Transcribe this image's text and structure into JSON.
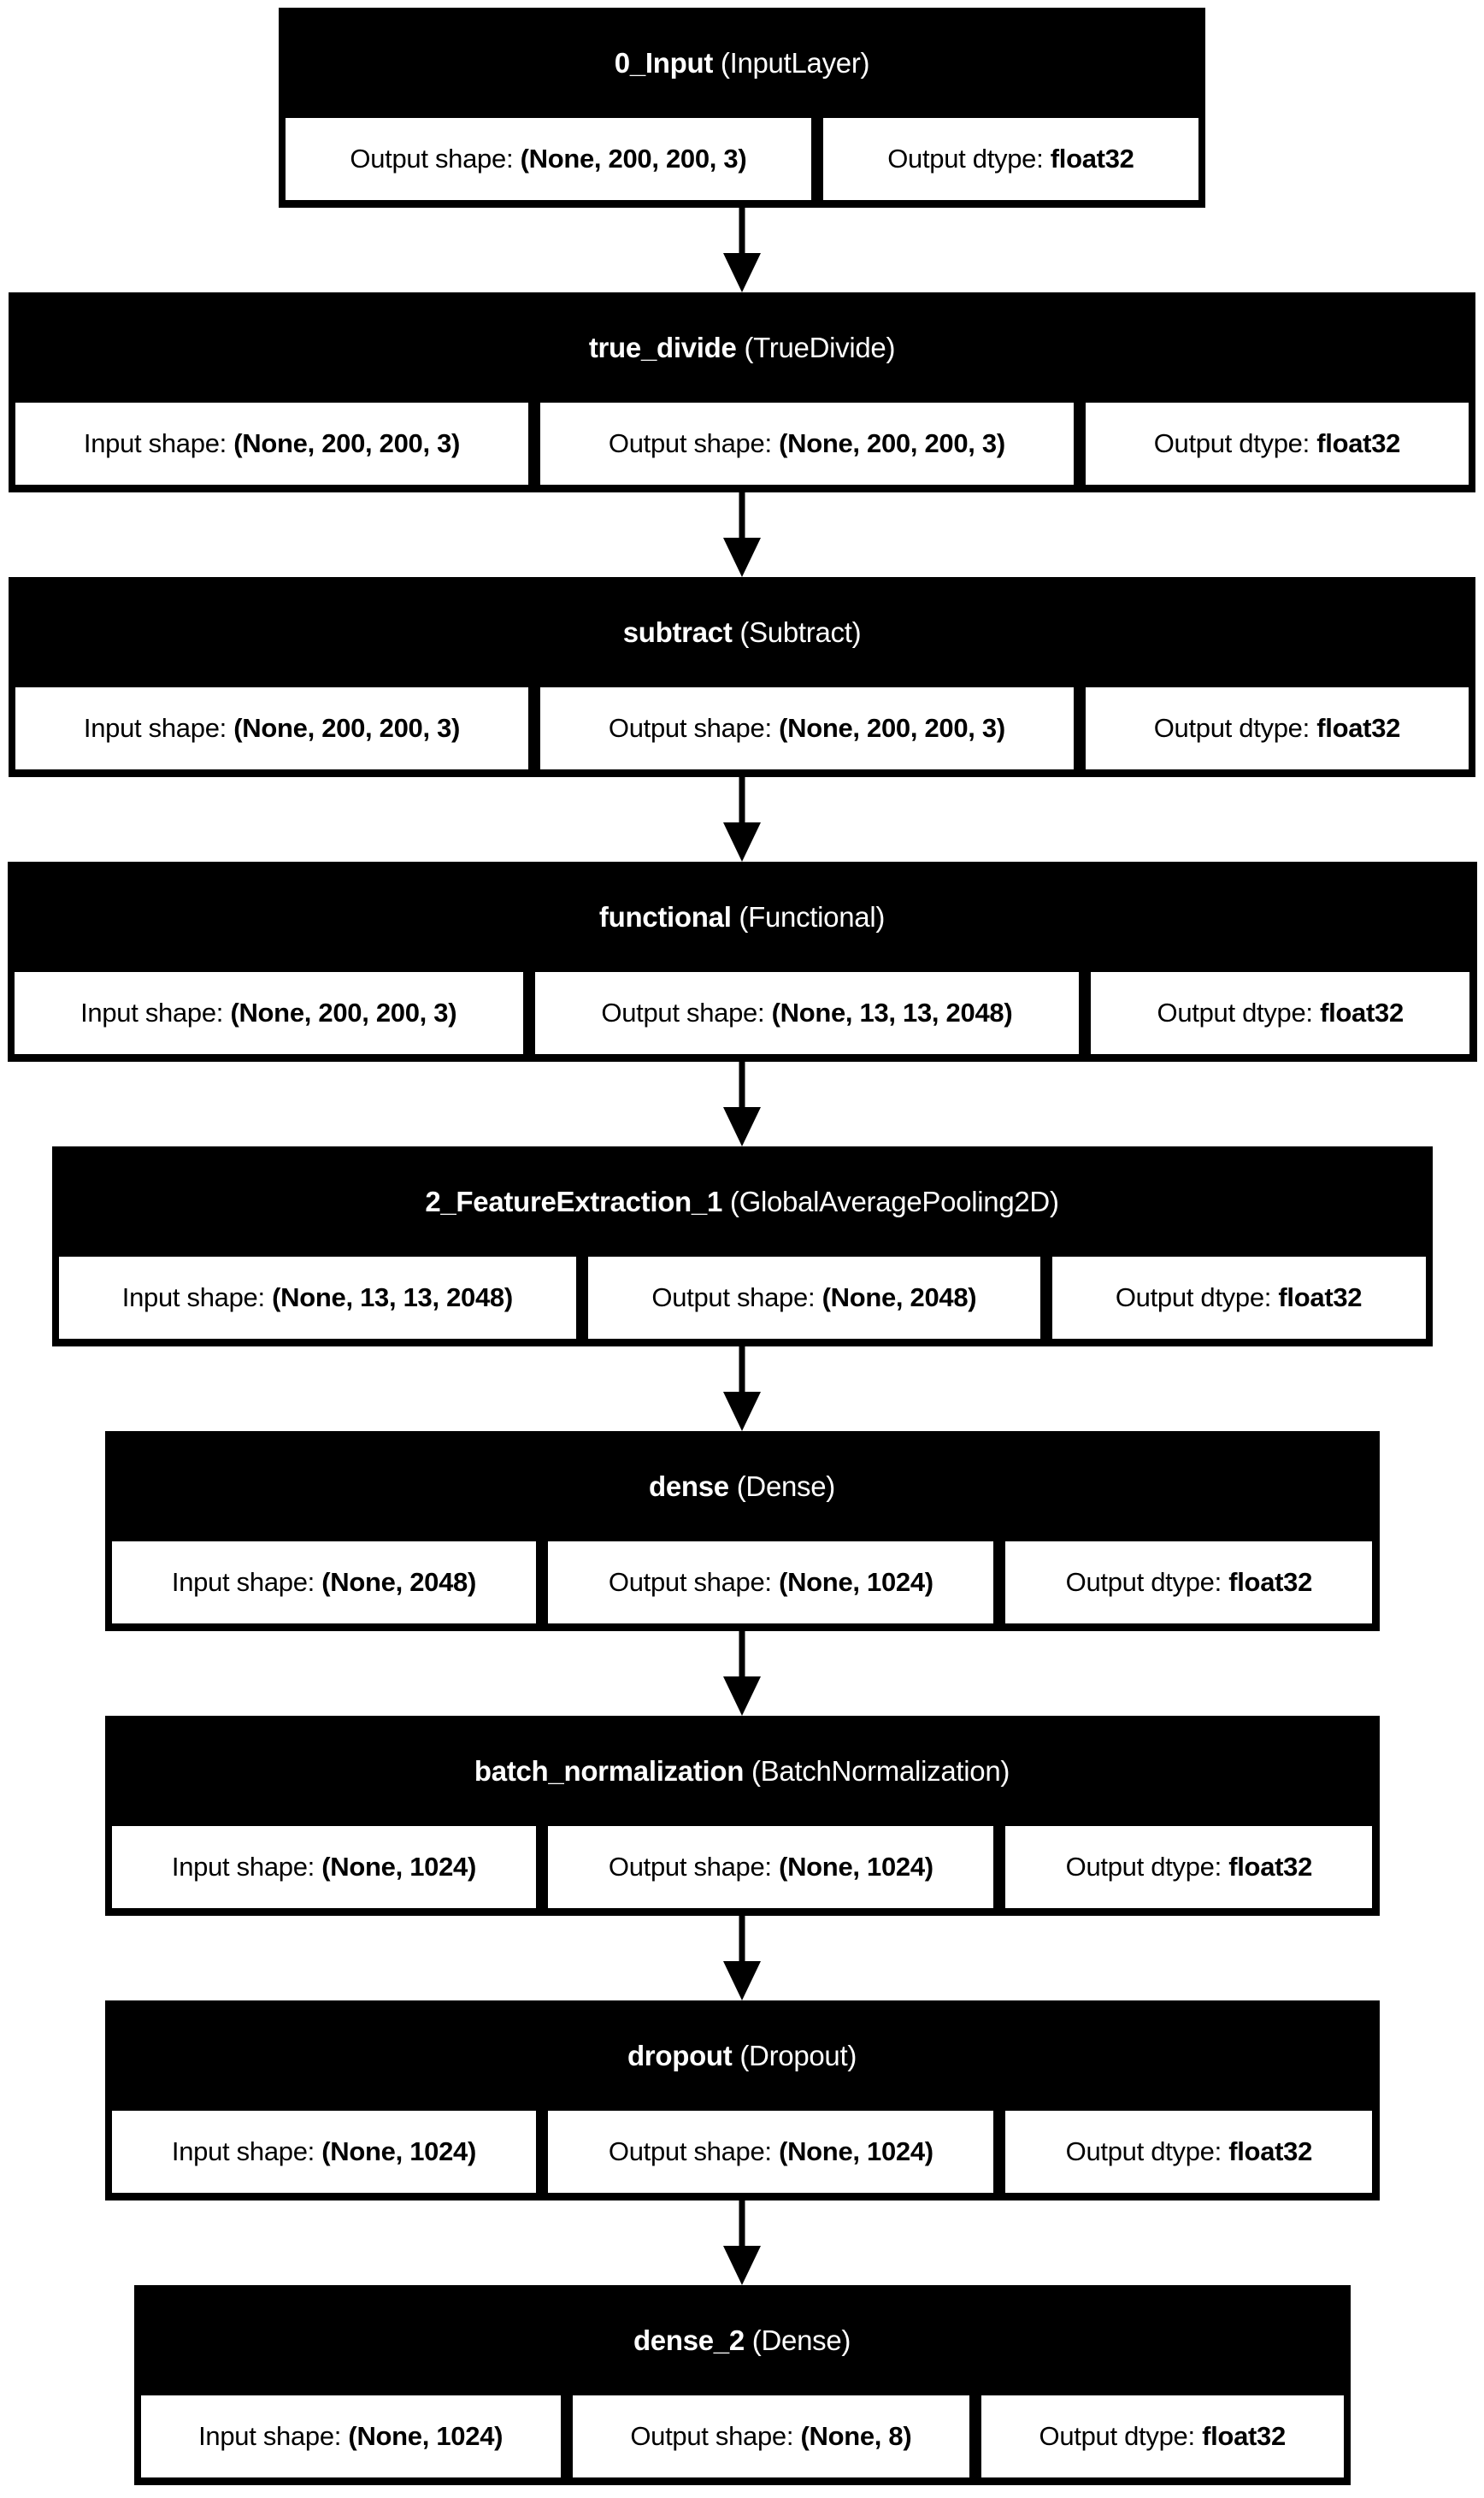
{
  "colors": {
    "page-bg": "#ffffff",
    "node-fill": "#000000",
    "node-text": "#ffffff",
    "cell-fill": "#ffffff",
    "cell-text": "#000000",
    "arrow": "#000000"
  },
  "nodes": [
    {
      "name": "0_Input",
      "type": " (InputLayer)",
      "cells": [
        {
          "label": "Output shape: ",
          "value": "(None, 200, 200, 3)"
        },
        {
          "label": "Output dtype: ",
          "value": "float32"
        }
      ]
    },
    {
      "name": "true_divide",
      "type": " (TrueDivide)",
      "cells": [
        {
          "label": "Input shape: ",
          "value": "(None, 200, 200, 3)"
        },
        {
          "label": "Output shape: ",
          "value": "(None, 200, 200, 3)"
        },
        {
          "label": "Output dtype: ",
          "value": "float32"
        }
      ]
    },
    {
      "name": "subtract",
      "type": " (Subtract)",
      "cells": [
        {
          "label": "Input shape: ",
          "value": "(None, 200, 200, 3)"
        },
        {
          "label": "Output shape: ",
          "value": "(None, 200, 200, 3)"
        },
        {
          "label": "Output dtype: ",
          "value": "float32"
        }
      ]
    },
    {
      "name": "functional",
      "type": " (Functional)",
      "cells": [
        {
          "label": "Input shape: ",
          "value": "(None, 200, 200, 3)"
        },
        {
          "label": "Output shape: ",
          "value": "(None, 13, 13, 2048)"
        },
        {
          "label": "Output dtype: ",
          "value": "float32"
        }
      ]
    },
    {
      "name": "2_FeatureExtraction_1",
      "type": " (GlobalAveragePooling2D)",
      "cells": [
        {
          "label": "Input shape: ",
          "value": "(None, 13, 13, 2048)"
        },
        {
          "label": "Output shape: ",
          "value": "(None, 2048)"
        },
        {
          "label": "Output dtype: ",
          "value": "float32"
        }
      ]
    },
    {
      "name": "dense",
      "type": " (Dense)",
      "cells": [
        {
          "label": "Input shape: ",
          "value": "(None, 2048)"
        },
        {
          "label": "Output shape: ",
          "value": "(None, 1024)"
        },
        {
          "label": "Output dtype: ",
          "value": "float32"
        }
      ]
    },
    {
      "name": "batch_normalization",
      "type": " (BatchNormalization)",
      "cells": [
        {
          "label": "Input shape: ",
          "value": "(None, 1024)"
        },
        {
          "label": "Output shape: ",
          "value": "(None, 1024)"
        },
        {
          "label": "Output dtype: ",
          "value": "float32"
        }
      ]
    },
    {
      "name": "dropout",
      "type": " (Dropout)",
      "cells": [
        {
          "label": "Input shape: ",
          "value": "(None, 1024)"
        },
        {
          "label": "Output shape: ",
          "value": "(None, 1024)"
        },
        {
          "label": "Output dtype: ",
          "value": "float32"
        }
      ]
    },
    {
      "name": "dense_2",
      "type": " (Dense)",
      "cells": [
        {
          "label": "Input shape: ",
          "value": "(None, 1024)"
        },
        {
          "label": "Output shape: ",
          "value": "(None, 8)"
        },
        {
          "label": "Output dtype: ",
          "value": "float32"
        }
      ]
    }
  ]
}
